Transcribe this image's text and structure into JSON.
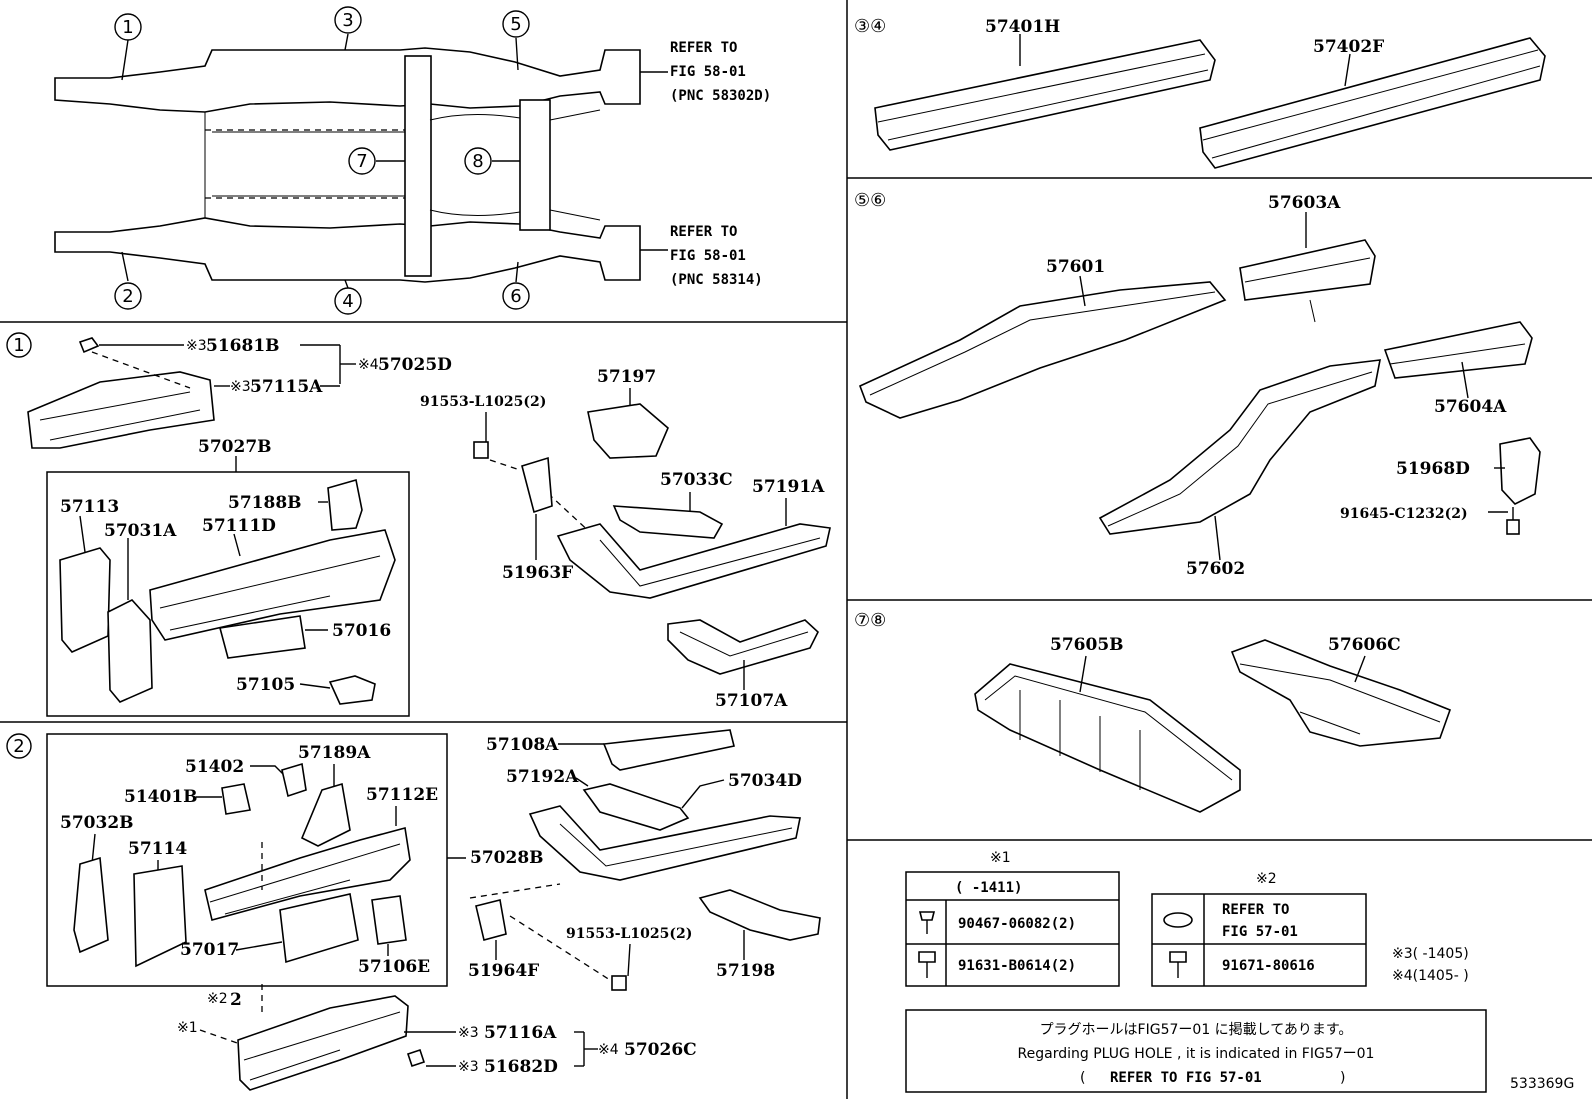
{
  "overview": {
    "refer_top": [
      "REFER TO",
      "FIG 58-01",
      "(PNC 58302D)"
    ],
    "refer_bottom": [
      "REFER TO",
      "FIG 58-01",
      "(PNC 58314)"
    ],
    "markers": [
      "①",
      "②",
      "③",
      "④",
      "⑤",
      "⑥",
      "⑦",
      "⑧"
    ]
  },
  "section_34": {
    "header": "③④",
    "parts": [
      "57401H",
      "57402F"
    ]
  },
  "section_56": {
    "header": "⑤⑥",
    "parts": [
      "57603A",
      "57601",
      "57604A",
      "51968D",
      "91645-C1232(2)",
      "57602"
    ]
  },
  "section_78": {
    "header": "⑦⑧",
    "parts": [
      "57605B",
      "57606C"
    ]
  },
  "section_1": {
    "header": "①",
    "parts": {
      "p51681B": "51681B",
      "p57025D": "57025D",
      "p57115A": "57115A",
      "p57027B": "57027B",
      "p57113": "57113",
      "p57031A": "57031A",
      "p57188B": "57188B",
      "p57111D": "57111D",
      "p57016": "57016",
      "p57105": "57105",
      "p91553a": "91553-L1025(2)",
      "p57197": "57197",
      "p57033C": "57033C",
      "p57191A": "57191A",
      "p51963F": "51963F",
      "p57107A": "57107A"
    },
    "marks": {
      "m3": "※3",
      "m4": "※4"
    }
  },
  "section_2": {
    "header": "②",
    "parts": {
      "p57108A": "57108A",
      "p57192A": "57192A",
      "p57034D": "57034D",
      "p51402": "51402",
      "p57189A": "57189A",
      "p51401B": "51401B",
      "p57112E": "57112E",
      "p57032B": "57032B",
      "p57114": "57114",
      "p57028B": "57028B",
      "p57017": "57017",
      "p57106E": "57106E",
      "p51964F": "51964F",
      "p91553b": "91553-L1025(2)",
      "p57198": "57198",
      "p57116A": "57116A",
      "p51682D": "51682D",
      "p57026C": "57026C"
    },
    "marks": {
      "m1": "※1",
      "m2": "※2",
      "m3": "※3",
      "m4": "※4"
    }
  },
  "legend": {
    "t1_mark": "※1",
    "t1_header": "(      -1411)",
    "t1_rows": [
      "90467-06082(2)",
      "91631-B0614(2)"
    ],
    "t2_mark": "※2",
    "t2_rows": [
      "REFER TO",
      "FIG 57-01",
      "91671-80616"
    ],
    "note3": "※3(      -1405)",
    "note4": "※4(1405-      )",
    "box_jp": "プラグホールはFIG57ー01 に掲載してあります。",
    "box_en": "Regarding  PLUG  HOLE  ,  it  is  indicated  in  FIG57ー01",
    "box_ref_open": "(",
    "box_ref": "REFER TO FIG 57-01",
    "box_ref_close": ")",
    "code": "533369G"
  }
}
